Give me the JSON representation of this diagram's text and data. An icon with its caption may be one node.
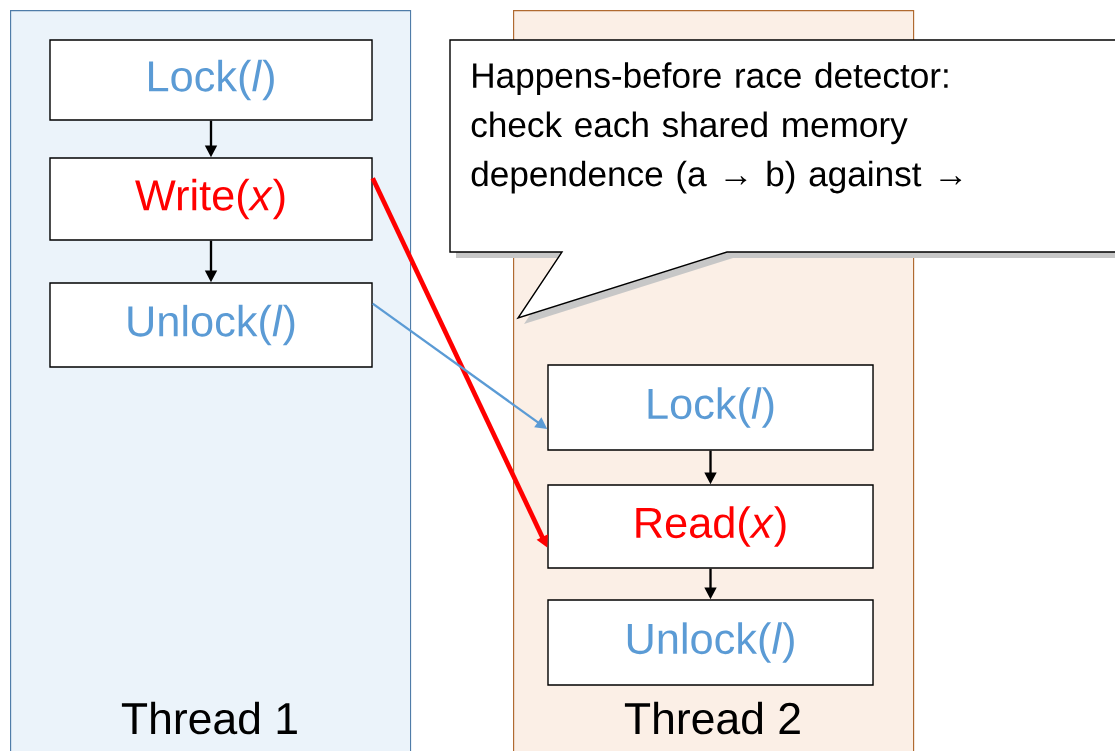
{
  "diagram": {
    "nodes": [
      {
        "text": [
          "Thread 1"
        ]
      },
      {
        "text": [
          "Lock(*l*)"
        ],
        "in": 0
      },
      {
        "text": [
          "Write(*x*)"
        ],
        "in": 0
      },
      {
        "text": [
          "Unlock(*l*)"
        ],
        "in": 0
      },
      {
        "text": [
          "Thread 2"
        ]
      },
      {
        "text": [
          "Happens-before race detector: check each shared memory dependence (a → b) against →"
        ]
      },
      {
        "text": [
          "Lock(*l*)"
        ],
        "in": 4
      },
      {
        "text": [
          "Read(*x*)"
        ],
        "in": 4
      },
      {
        "text": [
          "Unlock(*l*)"
        ],
        "in": 4
      }
    ],
    "edges": [
      {
        "from": 1,
        "to": 2,
        "arrow": "to"
      },
      {
        "from": 2,
        "to": 3,
        "arrow": "to"
      },
      {
        "from": 6,
        "to": 7,
        "arrow": "to"
      },
      {
        "from": 7,
        "to": 8,
        "arrow": "to"
      },
      {
        "from": 2,
        "to": 7,
        "arrow": "to",
        "style": "thick",
        "color": "#ff0000"
      },
      {
        "from": 3,
        "to": 6,
        "arrow": "to",
        "color": "#5b9bd5"
      }
    ]
  }
}
